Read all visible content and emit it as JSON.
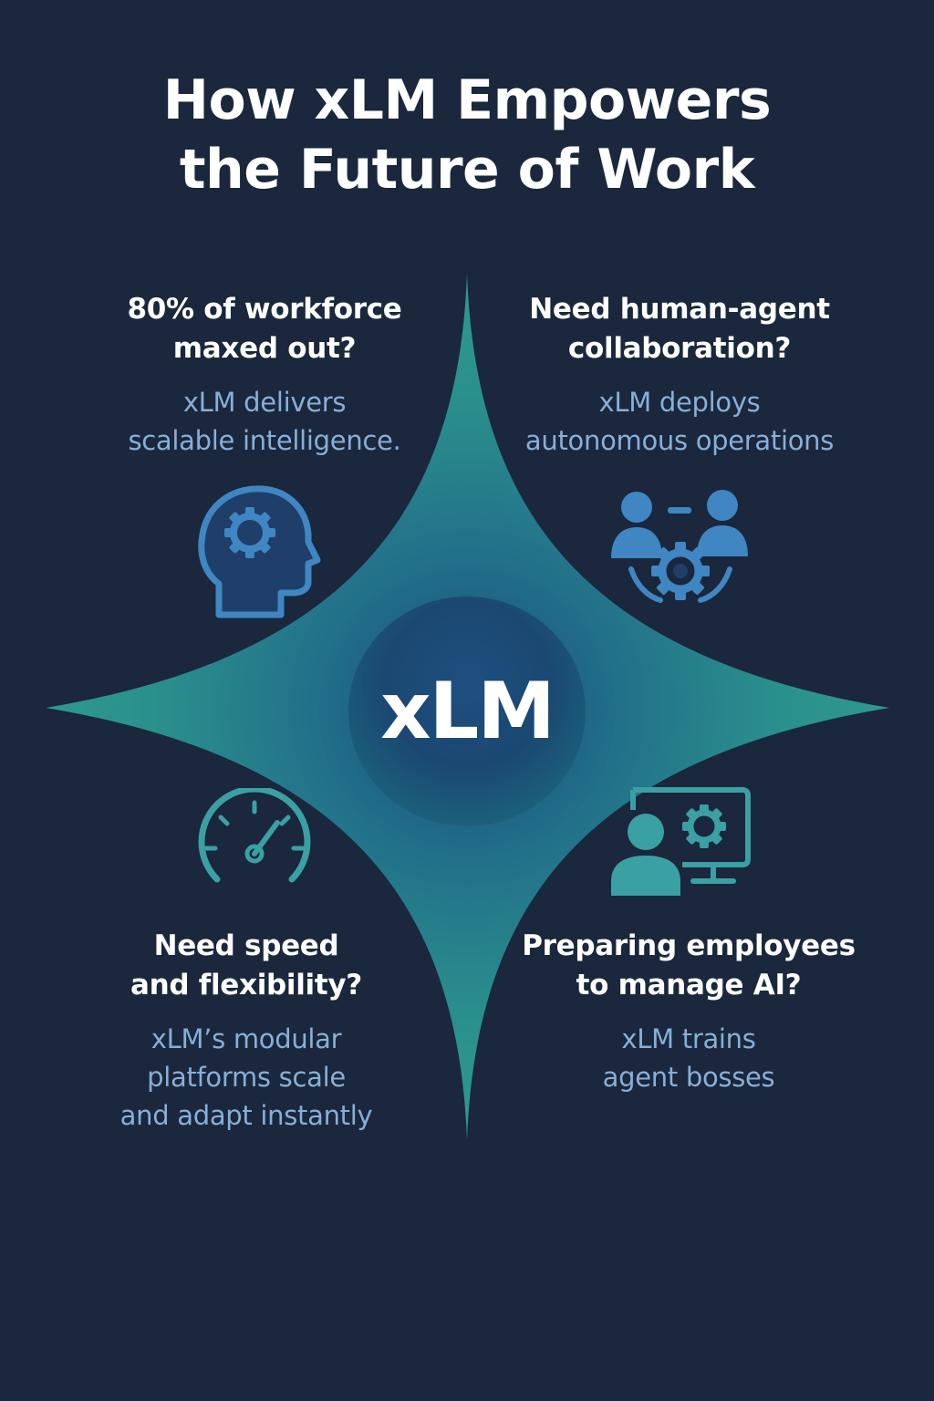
{
  "title": {
    "line1": "How xLM Empowers",
    "line2": "the Future of Work"
  },
  "center": {
    "label": "xLM"
  },
  "quadrants": {
    "top_left": {
      "heading": [
        "80% of workforce",
        "maxed out?"
      ],
      "body": [
        "xLM delivers",
        "scalable intelligence."
      ],
      "icon": "head-gear-icon"
    },
    "top_right": {
      "heading": [
        "Need human-agent",
        "collaboration?"
      ],
      "body": [
        "xLM deploys",
        "autonomous operations"
      ],
      "icon": "team-gear-icon"
    },
    "bottom_left": {
      "heading": [
        "Need speed",
        "and flexibility?"
      ],
      "body": [
        "xLM’s modular",
        "platforms scale",
        "and adapt instantly"
      ],
      "icon": "speedometer-icon"
    },
    "bottom_right": {
      "heading": [
        "Preparing employees",
        "to manage AI?"
      ],
      "body": [
        "xLM trains",
        "agent bosses"
      ],
      "icon": "person-monitor-gear-icon"
    }
  },
  "colors": {
    "background": "#1a273c",
    "star_teal": "#2f9a8e",
    "star_blue": "#1c5a86",
    "heading_text": "#ffffff",
    "body_text": "#88afd8",
    "icon_blue": "#3f86c2",
    "icon_teal": "#3aa0a4"
  }
}
